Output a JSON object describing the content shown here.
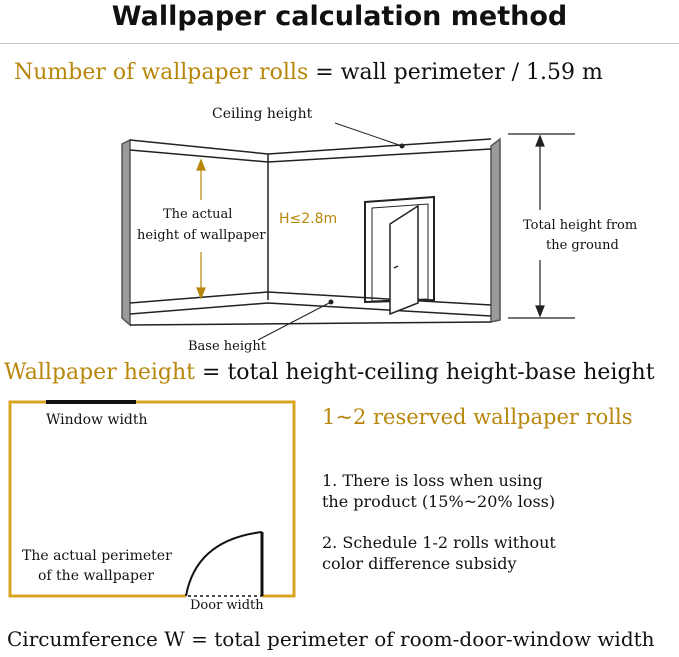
{
  "title": "Wallpaper calculation method",
  "formula_rolls": {
    "lhs": "Number of wallpaper rolls",
    "rhs": " = wall perimeter / 1.59 m"
  },
  "diagram_room": {
    "ceiling_height_label": "Ceiling height",
    "actual_height_label_line1": "The actual",
    "actual_height_label_line2": "height of wallpaper",
    "h_limit_label": "H≤2.8m",
    "total_height_label_line1": "Total height from",
    "total_height_label_line2": "the ground",
    "base_height_label": "Base height"
  },
  "formula_height": {
    "lhs": "Wallpaper height",
    "rhs": " = total height-ceiling height-base height"
  },
  "floor_plan": {
    "window_width_label": "Window width",
    "perimeter_label_line1": "The actual perimeter",
    "perimeter_label_line2": "of the wallpaper",
    "door_width_label": "Door width"
  },
  "reserved": {
    "heading": "1~2 reserved wallpaper rolls",
    "note1_line1": "1. There is loss when using",
    "note1_line2": "the product (15%~20% loss)",
    "note2_line1": "2. Schedule 1-2 rolls without",
    "note2_line2": "color difference subsidy"
  },
  "formula_circumference": "Circumference W = total perimeter of room-door-window width",
  "colors": {
    "accent_gold": "#b8860b",
    "plan_border": "#d9a520"
  }
}
